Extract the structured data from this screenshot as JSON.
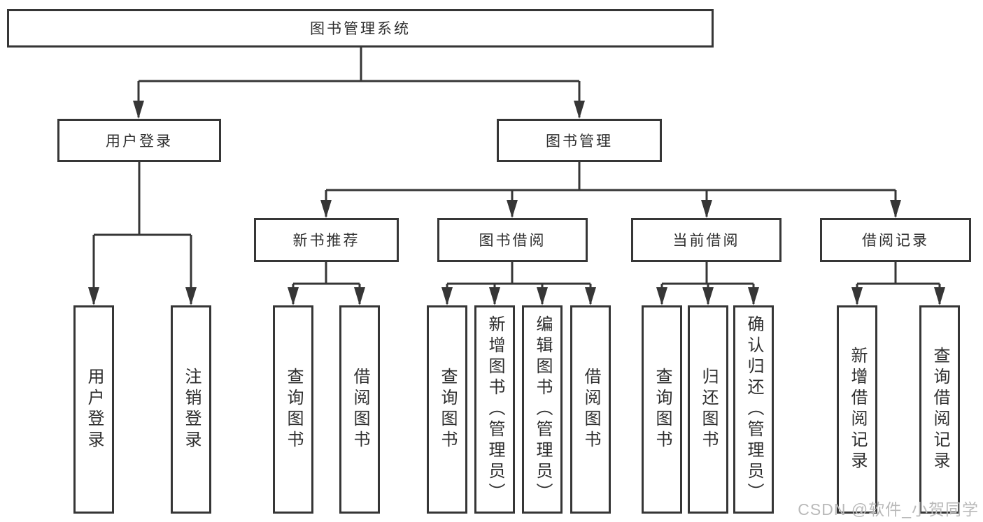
{
  "colors": {
    "line": "#363636",
    "box_border": "#363636",
    "text": "#2e2e2e",
    "watermark": "#b9b9b9",
    "background": "#ffffff"
  },
  "root_label": "图书管理系统",
  "branches": [
    {
      "label": "用户登录",
      "children": [
        {
          "label": "用户登录"
        },
        {
          "label": "注销登录"
        }
      ]
    },
    {
      "label": "图书管理",
      "sections": [
        {
          "label": "新书推荐",
          "children": [
            {
              "label": "查询图书"
            },
            {
              "label": "借阅图书"
            }
          ]
        },
        {
          "label": "图书借阅",
          "children": [
            {
              "label": "查询图书"
            },
            {
              "label": "新增图书（管理员）"
            },
            {
              "label": "编辑图书（管理员）"
            },
            {
              "label": "借阅图书"
            }
          ]
        },
        {
          "label": "当前借阅",
          "children": [
            {
              "label": "查询图书"
            },
            {
              "label": "归还图书"
            },
            {
              "label": "确认归还（管理员）"
            }
          ]
        },
        {
          "label": "借阅记录",
          "children": [
            {
              "label": "新增借阅记录"
            },
            {
              "label": "查询借阅记录"
            }
          ]
        }
      ]
    }
  ],
  "watermark": "CSDN @软件_小贺同学"
}
